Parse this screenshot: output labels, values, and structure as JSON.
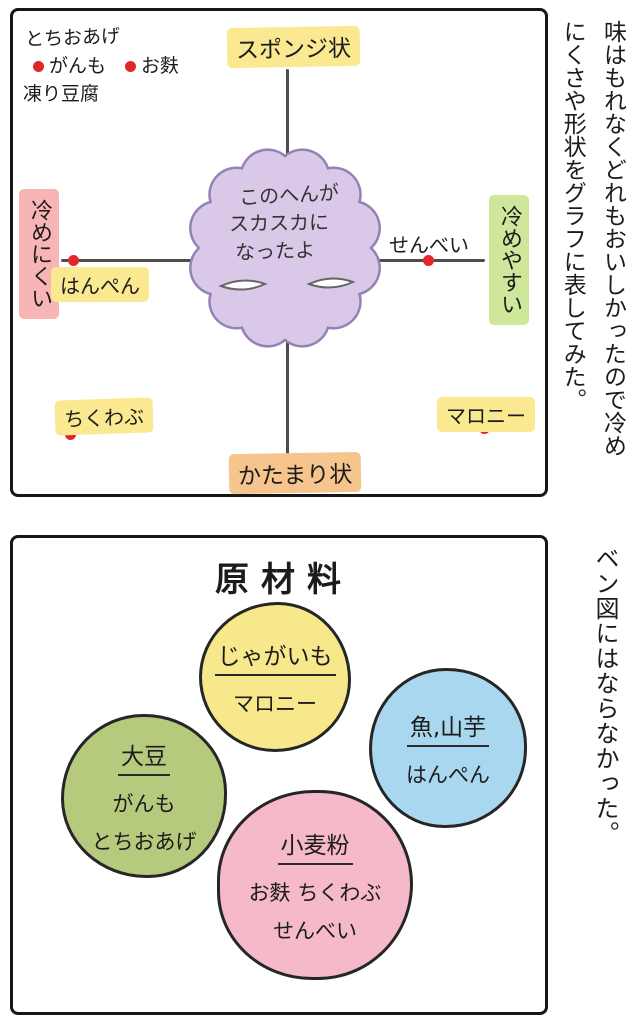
{
  "page": {
    "panel1": {
      "side_text": "味はもれなくどれもおいしかったので冷めにくさや形状をグラフに表してみた。",
      "axis_top": "スポンジ状",
      "axis_bottom": "かたまり状",
      "axis_left": "冷めにくい",
      "axis_right": "冷めやすい",
      "cluster": {
        "tochioage": "とちおあげ",
        "ganmo": "がんも",
        "ofu": "お麩",
        "koridofu": "凍り豆腐"
      },
      "points": {
        "hanpen": "はんぺん",
        "senbei": "せんべい",
        "chikuwabu": "ちくわぶ",
        "maroni": "マロニー"
      },
      "blob": {
        "line1": "このへんが",
        "line2": "スカスカに",
        "line3": "なったよ"
      }
    },
    "panel2": {
      "title": "原材料",
      "side_text": "ベン図にはならなかった。",
      "groups": [
        {
          "name": "じゃがいも",
          "line1": "マロニー",
          "line2": ""
        },
        {
          "name": "魚,山芋",
          "line1": "はんぺん",
          "line2": ""
        },
        {
          "name": "大豆",
          "line1": "がんも",
          "line2": "とちおあげ"
        },
        {
          "name": "小麦粉",
          "line1": "お麩 ちくわぶ",
          "line2": "せんべい"
        }
      ]
    }
  },
  "colors": {
    "highlight_yellow": "#fbe992",
    "highlight_orange": "#f6c58e",
    "highlight_pink": "#f8b5b5",
    "highlight_green": "#cfe79b",
    "dot_red": "#e3262a",
    "blob_fill": "#d9c8e7",
    "blob_outline": "#9482b6",
    "circle_yellow": "#f8e88c",
    "circle_blue": "#a9d7f0",
    "circle_green": "#b6ca7e",
    "circle_pink": "#f6b9c9",
    "ink": "#1c1c1c"
  },
  "chart_data": [
    {
      "type": "scatter",
      "x_axis": {
        "left_label": "冷めにくい",
        "right_label": "冷めやすい",
        "range": [
          -1,
          1
        ]
      },
      "y_axis": {
        "top_label": "スポンジ状",
        "bottom_label": "かたまり状",
        "range": [
          -1,
          1
        ]
      },
      "points": [
        {
          "label": "とちおあげ",
          "x": -0.9,
          "y": 0.95
        },
        {
          "label": "がんも",
          "x": -0.85,
          "y": 0.8
        },
        {
          "label": "お麩",
          "x": -0.5,
          "y": 0.8
        },
        {
          "label": "凍り豆腐",
          "x": -0.9,
          "y": 0.65
        },
        {
          "label": "はんぺん",
          "x": -0.8,
          "y": 0.0
        },
        {
          "label": "せんべい",
          "x": 0.55,
          "y": 0.0
        },
        {
          "label": "ちくわぶ",
          "x": -0.85,
          "y": -0.75
        },
        {
          "label": "マロニー",
          "x": 0.75,
          "y": -0.7
        }
      ],
      "annotation": "このへんがスカスカになったよ",
      "annotation_position": "center",
      "legend_position": "none",
      "grid": false
    },
    {
      "type": "table",
      "title": "原材料",
      "groups": [
        {
          "ingredient": "じゃがいも",
          "items": [
            "マロニー"
          ]
        },
        {
          "ingredient": "魚,山芋",
          "items": [
            "はんぺん"
          ]
        },
        {
          "ingredient": "大豆",
          "items": [
            "がんも",
            "とちおあげ"
          ]
        },
        {
          "ingredient": "小麦粉",
          "items": [
            "お麩",
            "ちくわぶ",
            "せんべい"
          ]
        }
      ],
      "note": "ベン図にはならなかった。"
    }
  ]
}
